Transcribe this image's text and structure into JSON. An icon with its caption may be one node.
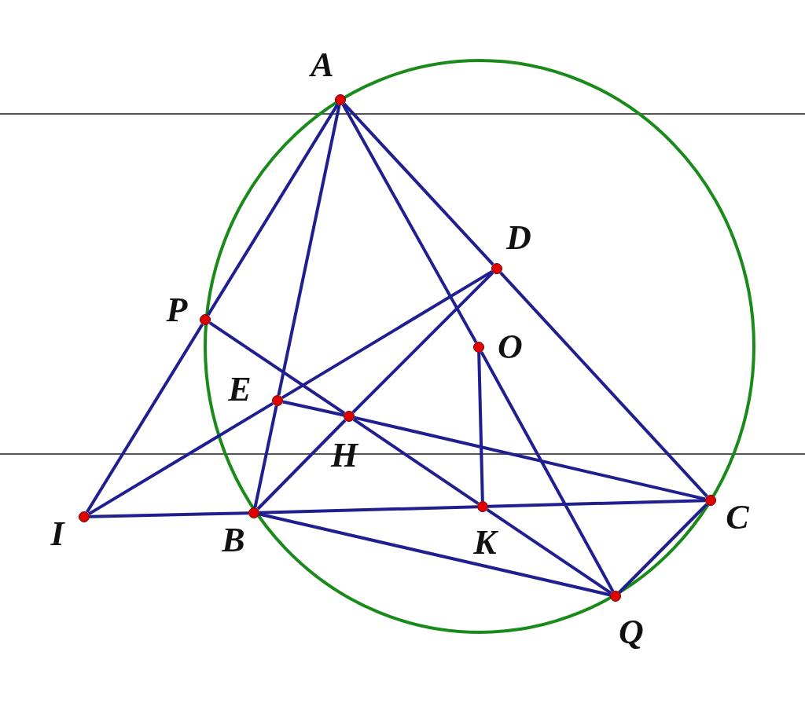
{
  "diagram": {
    "nodes": [
      {
        "text": [],
        "shape": "circle",
        "beside": [
          "A"
        ]
      },
      {
        "text": [],
        "shape": "circle",
        "beside": [
          "D"
        ]
      },
      {
        "text": [],
        "shape": "circle",
        "beside": [
          "P"
        ]
      },
      {
        "text": [],
        "shape": "circle",
        "beside": [
          "O"
        ]
      },
      {
        "text": [],
        "shape": "circle",
        "beside": [
          "E"
        ]
      },
      {
        "text": [],
        "shape": "circle",
        "beside": [
          "H"
        ]
      },
      {
        "text": [],
        "shape": "circle",
        "beside": [
          "I"
        ]
      },
      {
        "text": [],
        "shape": "circle",
        "beside": [
          "B"
        ]
      },
      {
        "text": [],
        "shape": "circle",
        "beside": [
          "K"
        ]
      },
      {
        "text": [],
        "shape": "circle",
        "beside": [
          "C"
        ]
      },
      {
        "text": [],
        "shape": "circle",
        "beside": [
          "Q"
        ]
      }
    ],
    "edges": [
      {
        "from": 0,
        "to": 2,
        "arrow": "none"
      },
      {
        "from": 0,
        "to": 4,
        "arrow": "none"
      },
      {
        "from": 4,
        "to": 7,
        "arrow": "none"
      },
      {
        "from": 0,
        "to": 3,
        "arrow": "none"
      },
      {
        "from": 3,
        "to": 10,
        "arrow": "none"
      },
      {
        "from": 0,
        "to": 1,
        "arrow": "none"
      },
      {
        "from": 1,
        "to": 9,
        "arrow": "none"
      },
      {
        "from": 2,
        "to": 6,
        "arrow": "none"
      },
      {
        "from": 2,
        "to": 5,
        "arrow": "none"
      },
      {
        "from": 5,
        "to": 8,
        "arrow": "none"
      },
      {
        "from": 8,
        "to": 10,
        "arrow": "none"
      },
      {
        "from": 1,
        "to": 4,
        "arrow": "none"
      },
      {
        "from": 4,
        "to": 6,
        "arrow": "none"
      },
      {
        "from": 1,
        "to": 5,
        "arrow": "none"
      },
      {
        "from": 5,
        "to": 7,
        "arrow": "none"
      },
      {
        "from": 4,
        "to": 5,
        "arrow": "none"
      },
      {
        "from": 5,
        "to": 9,
        "arrow": "none"
      },
      {
        "from": 6,
        "to": 7,
        "arrow": "none"
      },
      {
        "from": 7,
        "to": 8,
        "arrow": "none"
      },
      {
        "from": 8,
        "to": 9,
        "arrow": "none"
      },
      {
        "from": 3,
        "to": 8,
        "arrow": "none"
      },
      {
        "from": 7,
        "to": 10,
        "arrow": "none"
      },
      {
        "from": 9,
        "to": 10,
        "arrow": "none"
      }
    ]
  }
}
